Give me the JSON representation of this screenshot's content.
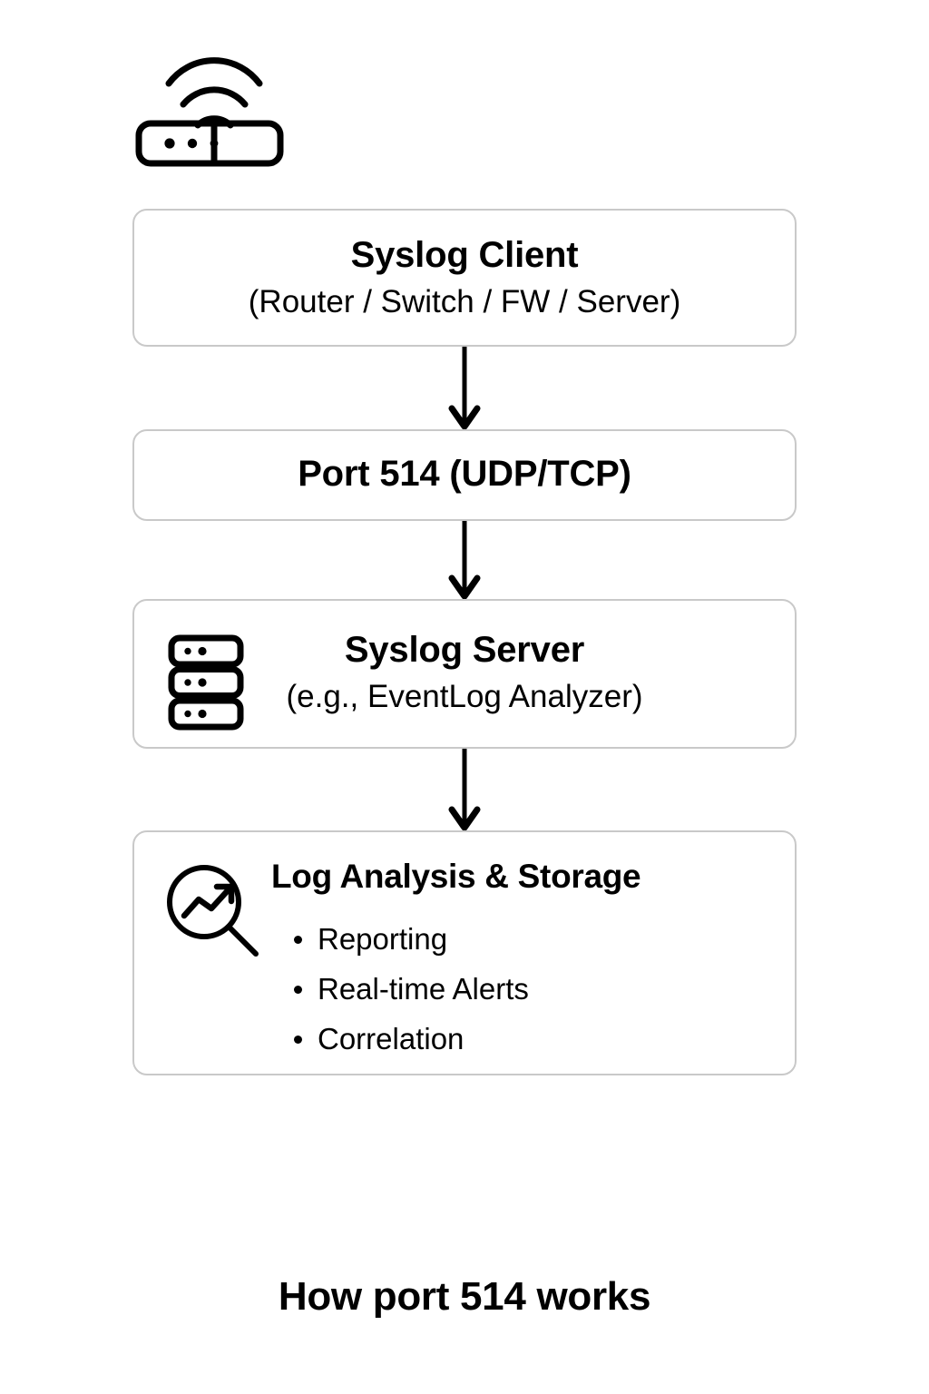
{
  "diagram": {
    "caption": "How port 514 works",
    "colors": {
      "background": "#ffffff",
      "box_border": "#c9c9c9",
      "stroke": "#000000",
      "text": "#000000"
    },
    "icons": {
      "router": "router-wifi-icon",
      "server": "server-rack-icon",
      "analysis": "magnifier-trend-icon",
      "arrow": "arrow-down-icon"
    },
    "nodes": [
      {
        "id": "syslog-client",
        "title": "Syslog Client",
        "subtitle": "(Router / Switch / FW / Server)"
      },
      {
        "id": "port-514",
        "title": "Port 514 (UDP/TCP)",
        "subtitle": ""
      },
      {
        "id": "syslog-server",
        "title": "Syslog Server",
        "subtitle": "(e.g., EventLog Analyzer)"
      },
      {
        "id": "log-analysis",
        "title": "Log Analysis & Storage",
        "bullets": [
          "Reporting",
          "Real-time Alerts",
          "Correlation"
        ]
      }
    ]
  }
}
